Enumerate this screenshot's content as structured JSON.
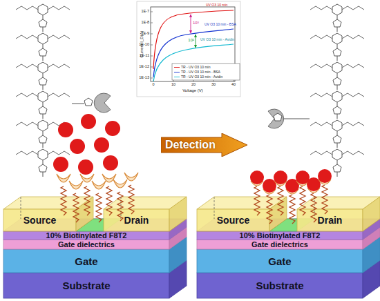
{
  "diagram": {
    "nodes": [
      {
        "text": [
          "Detection"
        ]
      },
      {
        "text": [
          "Source"
        ]
      },
      {
        "text": [
          "Drain"
        ]
      },
      {
        "text": [
          "10% Biotinylated F8T2"
        ]
      },
      {
        "text": [
          "Gate dielectrics"
        ]
      },
      {
        "text": [
          "Gate"
        ]
      },
      {
        "text": [
          "Substrate"
        ]
      },
      {
        "text": [
          "Source"
        ]
      },
      {
        "text": [
          "Drain"
        ]
      },
      {
        "text": [
          "10% Biotinylated F8T2"
        ]
      },
      {
        "text": [
          "Gate dielectrics"
        ]
      },
      {
        "text": [
          "Gate"
        ]
      },
      {
        "text": [
          "Substrate"
        ]
      }
    ],
    "labels": [
      "1E-7",
      "1E-8",
      "1E-9",
      "1E-10",
      "1E-11",
      "1E-12",
      "1E-13",
      "0",
      "10",
      "20",
      "30",
      "40",
      "Voltage (V)",
      "Current I_D(A)",
      "10³",
      "10²",
      "UV O3 10 min",
      "UV O3 10 min - BSA",
      "UV O3 10 min - Avidin"
    ],
    "legend": [
      {
        "text": "TR - UV O3 10 min"
      },
      {
        "text": "TR - UV O3 10 min - BSA"
      },
      {
        "text": "TR - UV O3 10 min - Avidin"
      }
    ]
  }
}
